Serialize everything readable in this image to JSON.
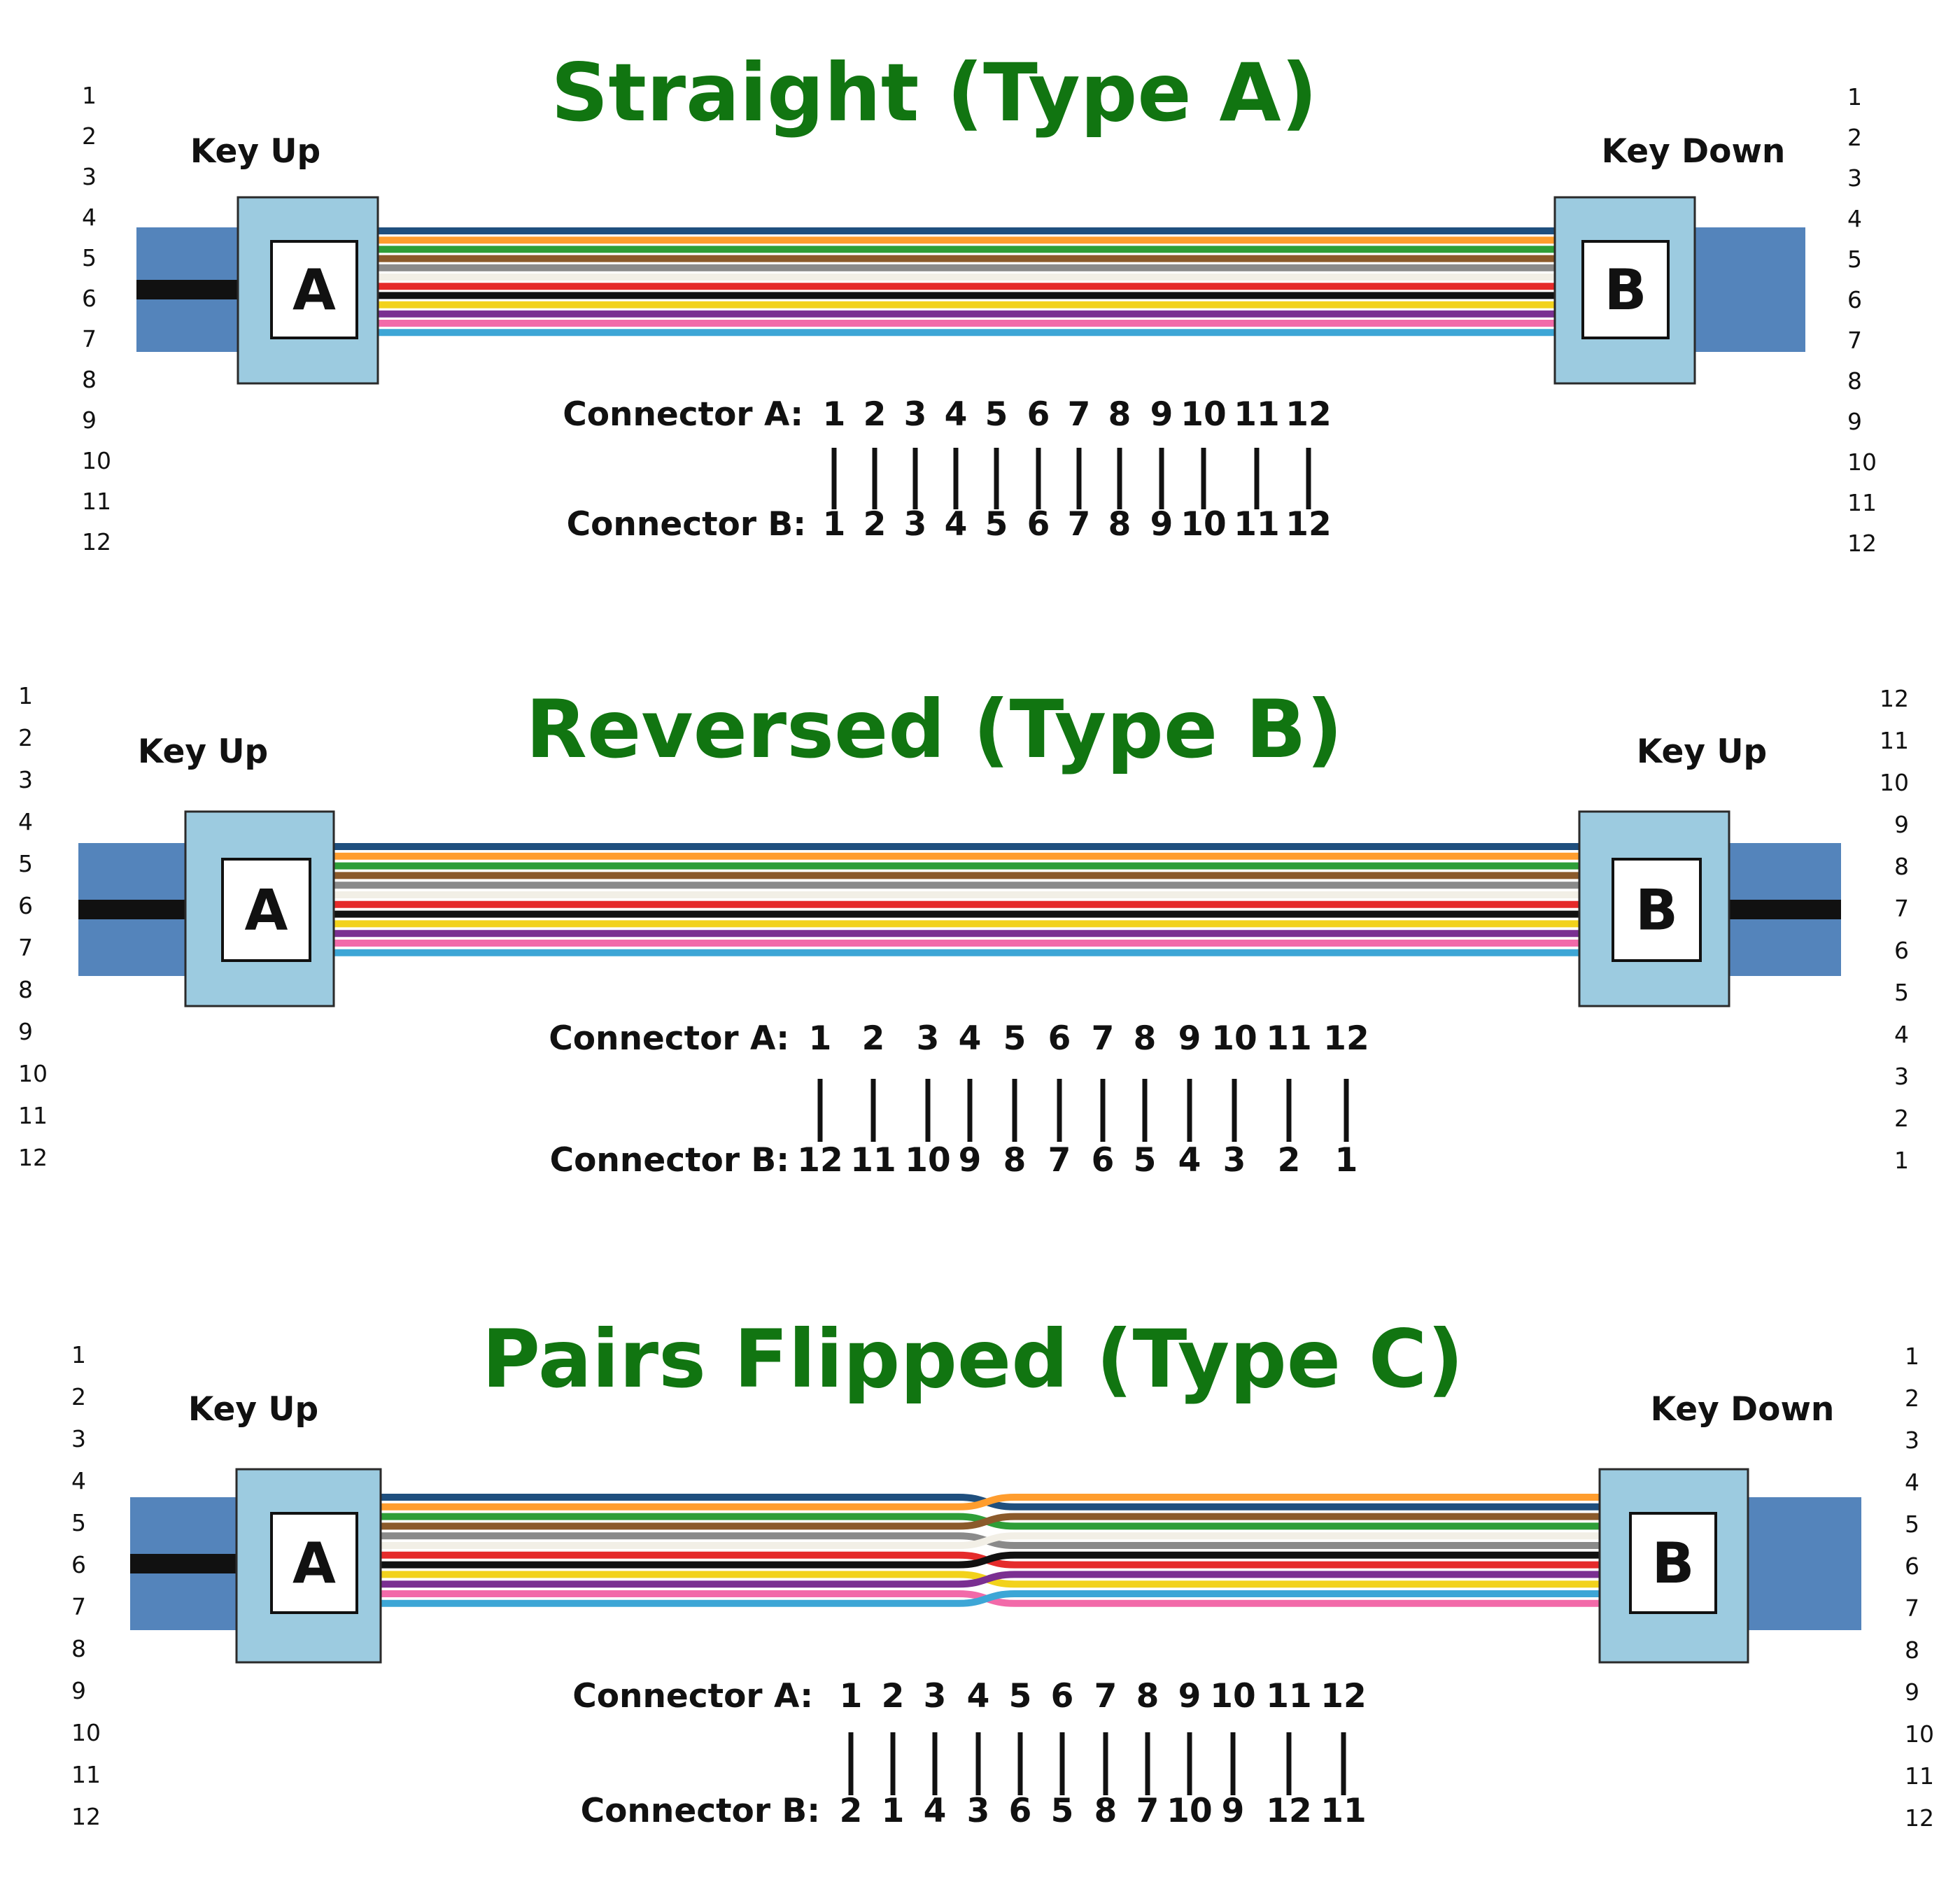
{
  "colors": {
    "title": "#117511",
    "cable_blue": "#5484bb",
    "connector_housing": "#9ccbe0",
    "key_block": "#ffffff",
    "fiber_order": [
      "#1f4f7e",
      "#ff9d2e",
      "#2e9e38",
      "#8b5a2b",
      "#8a8a8a",
      "#f2efe6",
      "#e52b2b",
      "#111111",
      "#f2d21c",
      "#7a2f91",
      "#f26aa9",
      "#3da6d6"
    ]
  },
  "diagrams": [
    {
      "key": "a",
      "title": "Straight (Type A)",
      "left_key": "Key Up",
      "right_key": "Key Down",
      "left_connector": "A",
      "right_connector": "B",
      "left_pins": [
        "1",
        "2",
        "3",
        "4",
        "5",
        "6",
        "7",
        "8",
        "9",
        "10",
        "11",
        "12"
      ],
      "right_pins": [
        "1",
        "2",
        "3",
        "4",
        "5",
        "6",
        "7",
        "8",
        "9",
        "10",
        "11",
        "12"
      ],
      "label_a": "Connector A:",
      "label_b": "Connector B:",
      "map_a": [
        "1",
        "2",
        "3",
        "4",
        "5",
        "6",
        "7",
        "8",
        "9",
        "10",
        "11",
        "12"
      ],
      "map_b": [
        "1",
        "2",
        "3",
        "4",
        "5",
        "6",
        "7",
        "8",
        "9",
        "10",
        "11",
        "12"
      ]
    },
    {
      "key": "b",
      "title": "Reversed (Type B)",
      "left_key": "Key Up",
      "right_key": "Key Up",
      "left_connector": "A",
      "right_connector": "B",
      "left_pins": [
        "1",
        "2",
        "3",
        "4",
        "5",
        "6",
        "7",
        "8",
        "9",
        "10",
        "11",
        "12"
      ],
      "right_pins": [
        "12",
        "11",
        "10",
        "9",
        "8",
        "7",
        "6",
        "5",
        "4",
        "3",
        "2",
        "1"
      ],
      "label_a": "Connector A:",
      "label_b": "Connector B:",
      "map_a": [
        "1",
        "2",
        "3",
        "4",
        "5",
        "6",
        "7",
        "8",
        "9",
        "10",
        "11",
        "12"
      ],
      "map_b": [
        "12",
        "11",
        "10",
        "9",
        "8",
        "7",
        "6",
        "5",
        "4",
        "3",
        "2",
        "1"
      ]
    },
    {
      "key": "c",
      "title": "Pairs Flipped (Type C)",
      "left_key": "Key Up",
      "right_key": "Key Down",
      "left_connector": "A",
      "right_connector": "B",
      "left_pins": [
        "1",
        "2",
        "3",
        "4",
        "5",
        "6",
        "7",
        "8",
        "9",
        "10",
        "11",
        "12"
      ],
      "right_pins": [
        "1",
        "2",
        "3",
        "4",
        "5",
        "6",
        "7",
        "8",
        "9",
        "10",
        "11",
        "12"
      ],
      "label_a": "Connector A:",
      "label_b": "Connector B:",
      "map_a": [
        "1",
        "2",
        "3",
        "4",
        "5",
        "6",
        "7",
        "8",
        "9",
        "10",
        "11",
        "12"
      ],
      "map_b": [
        "2",
        "1",
        "4",
        "3",
        "6",
        "5",
        "8",
        "7",
        "10",
        "9",
        "12",
        "11"
      ]
    }
  ]
}
